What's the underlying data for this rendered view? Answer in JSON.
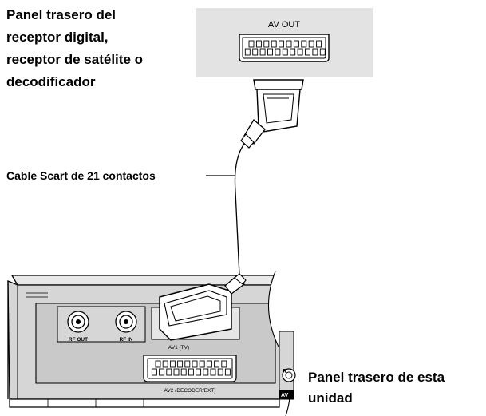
{
  "top_device": {
    "label_lines": [
      "Panel trasero del",
      "receptor digital,",
      "receptor de satélite o",
      "decodificador"
    ],
    "port_label": "AV OUT"
  },
  "cable": {
    "label": "Cable Scart de 21 contactos"
  },
  "unit": {
    "rf_out_label": "RF OUT",
    "rf_in_label": "RF IN",
    "av1_label": "AV1 (TV)",
    "av2_label": "AV2 (DECODER/EXT)",
    "partial_label_r": "R",
    "partial_label_av": "AV",
    "label_lines": [
      "Panel trasero de esta",
      "unidad"
    ]
  },
  "colors": {
    "device_panel": "#e3e3e3",
    "unit_body": "#d6d6d6",
    "unit_face": "#c9c9c9",
    "outline": "#000000",
    "plug": "#ffffff"
  }
}
